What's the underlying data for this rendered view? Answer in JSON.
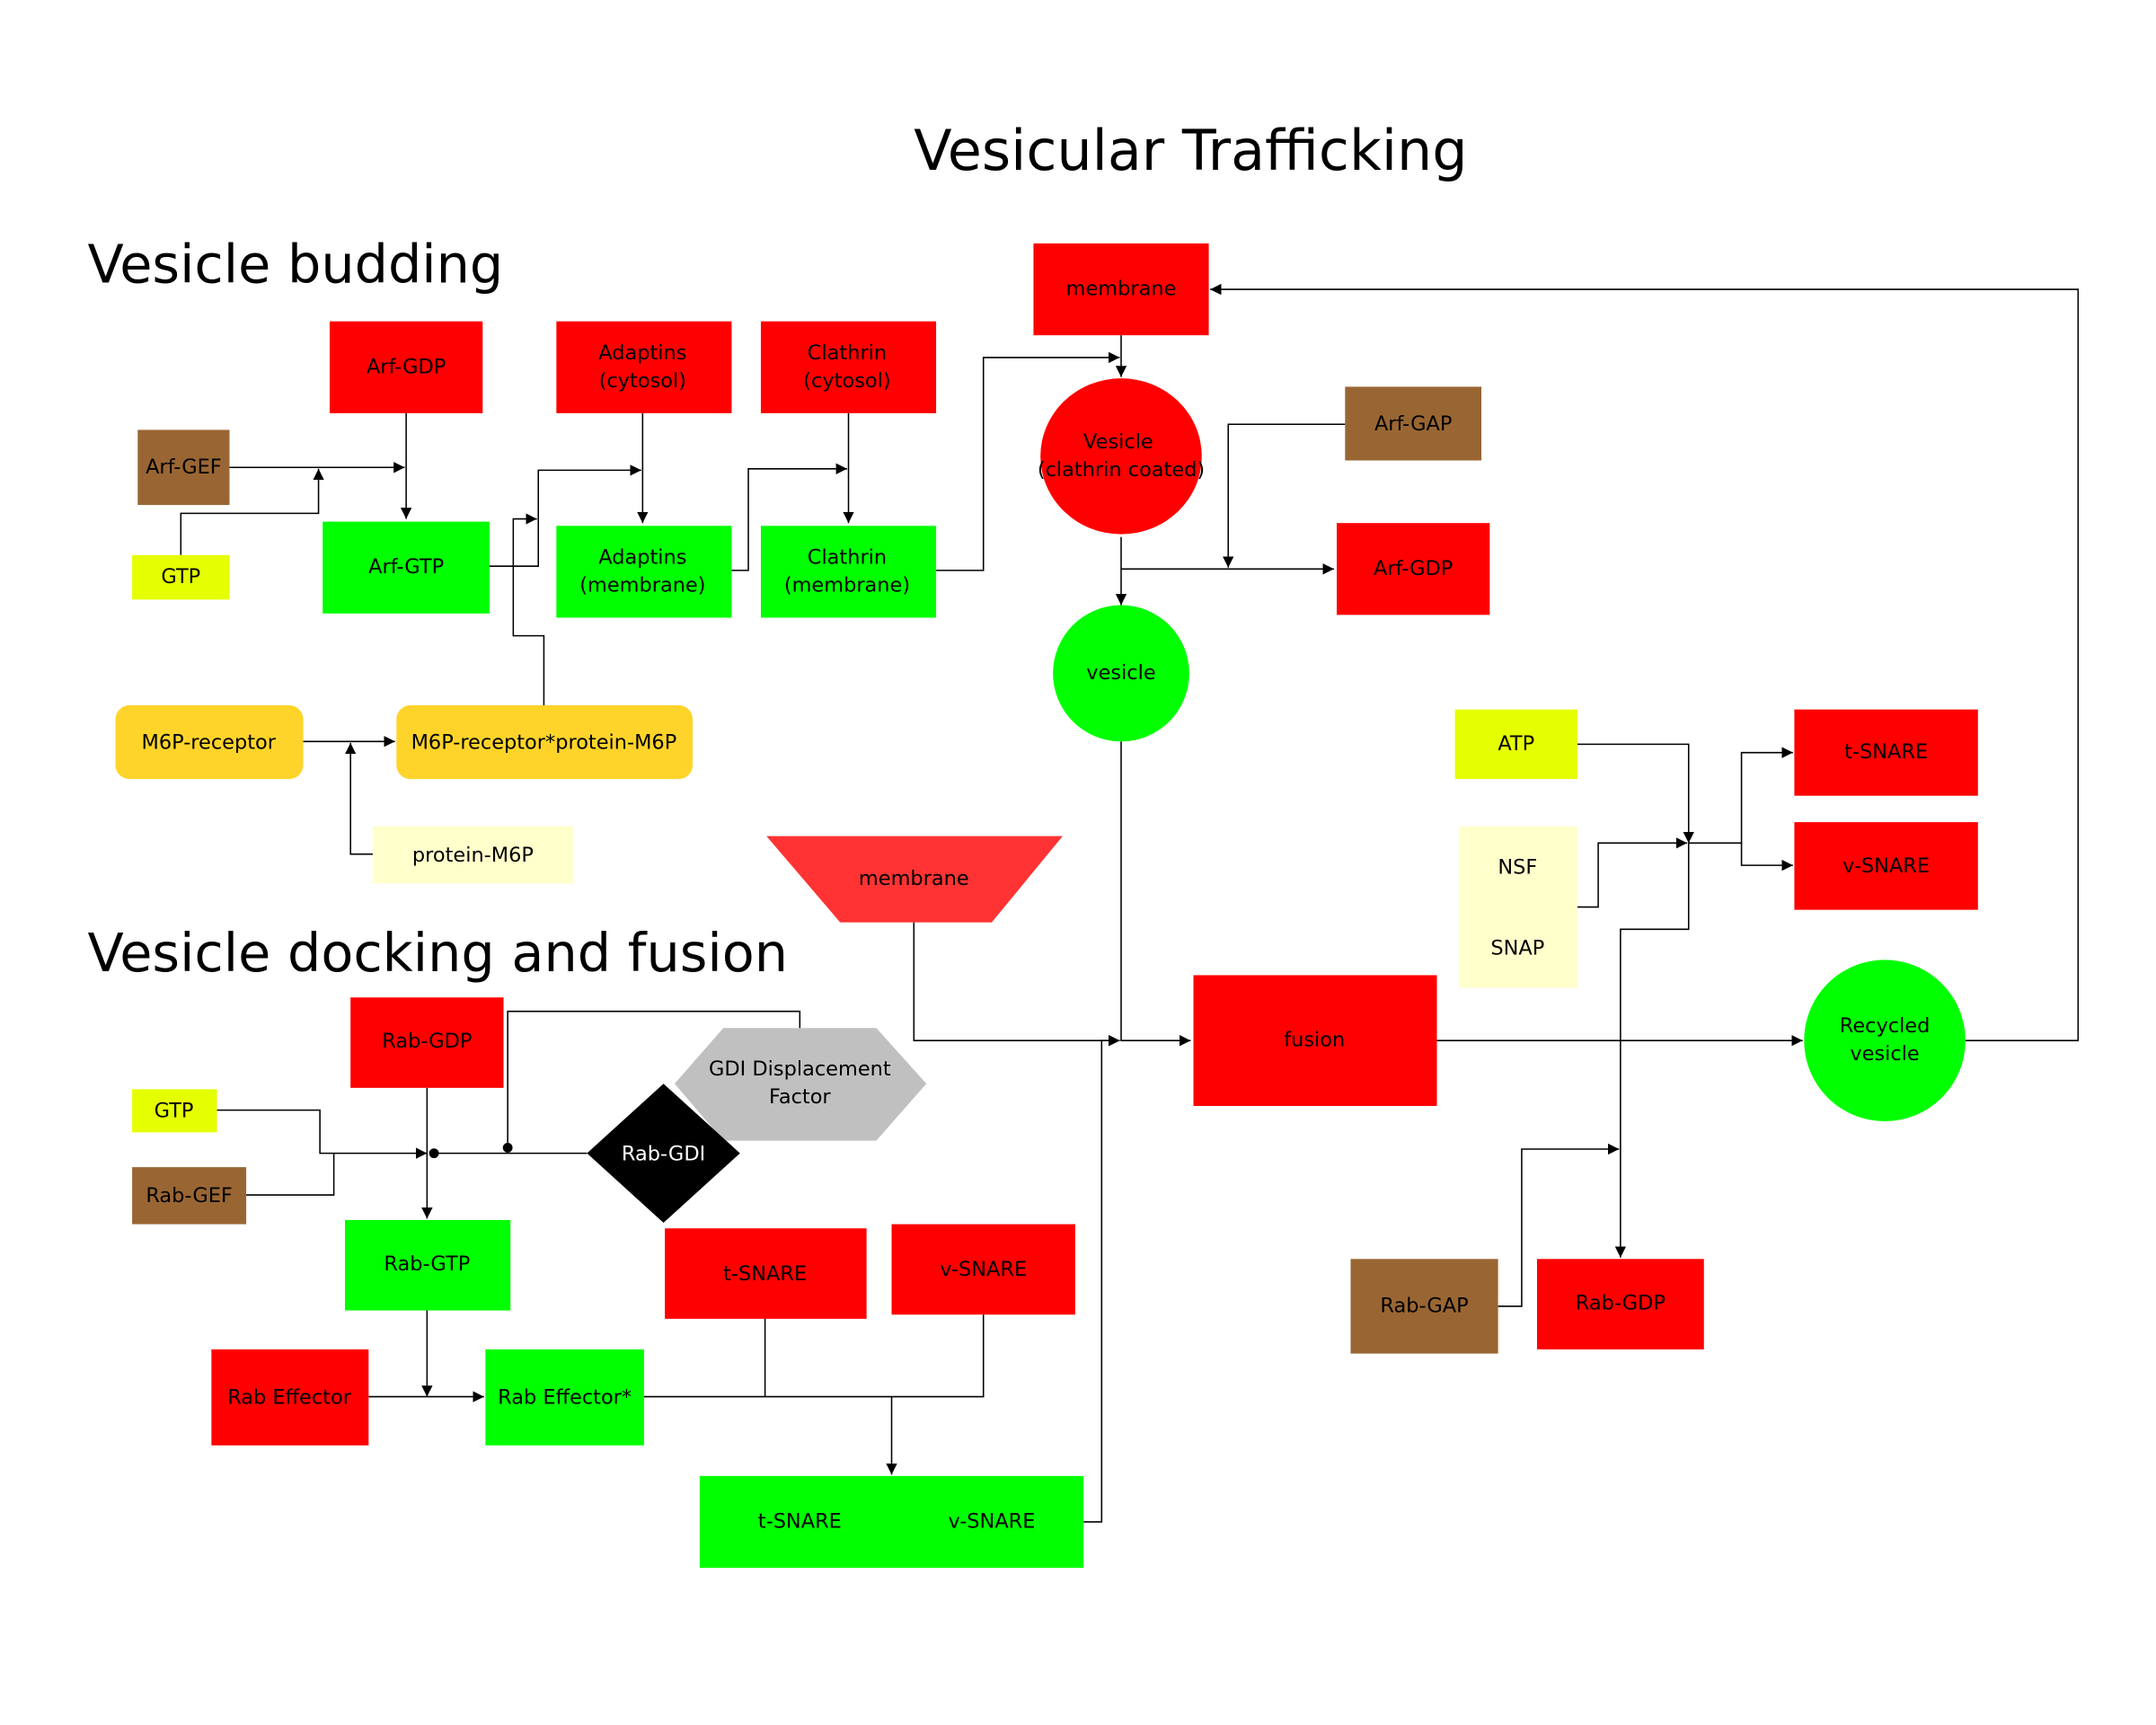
{
  "title": "Vesicular Trafficking",
  "sections": {
    "budding": "Vesicle budding",
    "docking": "Vesicle docking and fusion"
  },
  "colors": {
    "red": "#ff0000",
    "green": "#00ff00",
    "brown": "#996633",
    "yellow": "#e5ff00",
    "pale": "#ffffcc",
    "orange": "#ffd42a",
    "membrane": "#ff3333",
    "gray": "#c0c0c0",
    "black": "#000000"
  },
  "nodes": {
    "arf_gdp": "Arf-GDP",
    "adaptins_cytosol": [
      "Adaptins",
      "(cytosol)"
    ],
    "clathrin_cytosol": [
      "Clathrin",
      "(cytosol)"
    ],
    "arf_gef": "Arf-GEF",
    "gtp1": "GTP",
    "arf_gtp": "Arf-GTP",
    "adaptins_membrane": [
      "Adaptins",
      "(membrane)"
    ],
    "clathrin_membrane": [
      "Clathrin",
      "(membrane)"
    ],
    "membrane_top": "membrane",
    "vesicle_coated": [
      "Vesicle",
      "(clathrin coated)"
    ],
    "arf_gap": "Arf-GAP",
    "arf_gdp2": "Arf-GDP",
    "vesicle": "vesicle",
    "m6p_receptor": "M6P-receptor",
    "m6p_complex": "M6P-receptor*protein-M6P",
    "protein_m6p": "protein-M6P",
    "membrane_trap": "membrane",
    "atp": "ATP",
    "nsf": "NSF",
    "snap": "SNAP",
    "t_snare_r": "t-SNARE",
    "v_snare_r": "v-SNARE",
    "fusion": "fusion",
    "recycled": [
      "Recycled",
      "vesicle"
    ],
    "rab_gdp": "Rab-GDP",
    "gdi_factor": [
      "GDI Displacement",
      "Factor"
    ],
    "gtp2": "GTP",
    "rab_gef": "Rab-GEF",
    "rab_gdi": "Rab-GDI",
    "rab_gtp": "Rab-GTP",
    "t_snare": "t-SNARE",
    "v_snare": "v-SNARE",
    "rab_effector": "Rab Effector",
    "rab_effector_star": "Rab Effector*",
    "complex_t": "t-SNARE",
    "complex_v": "v-SNARE",
    "rab_gap": "Rab-GAP",
    "rab_gdp2": "Rab-GDP"
  }
}
